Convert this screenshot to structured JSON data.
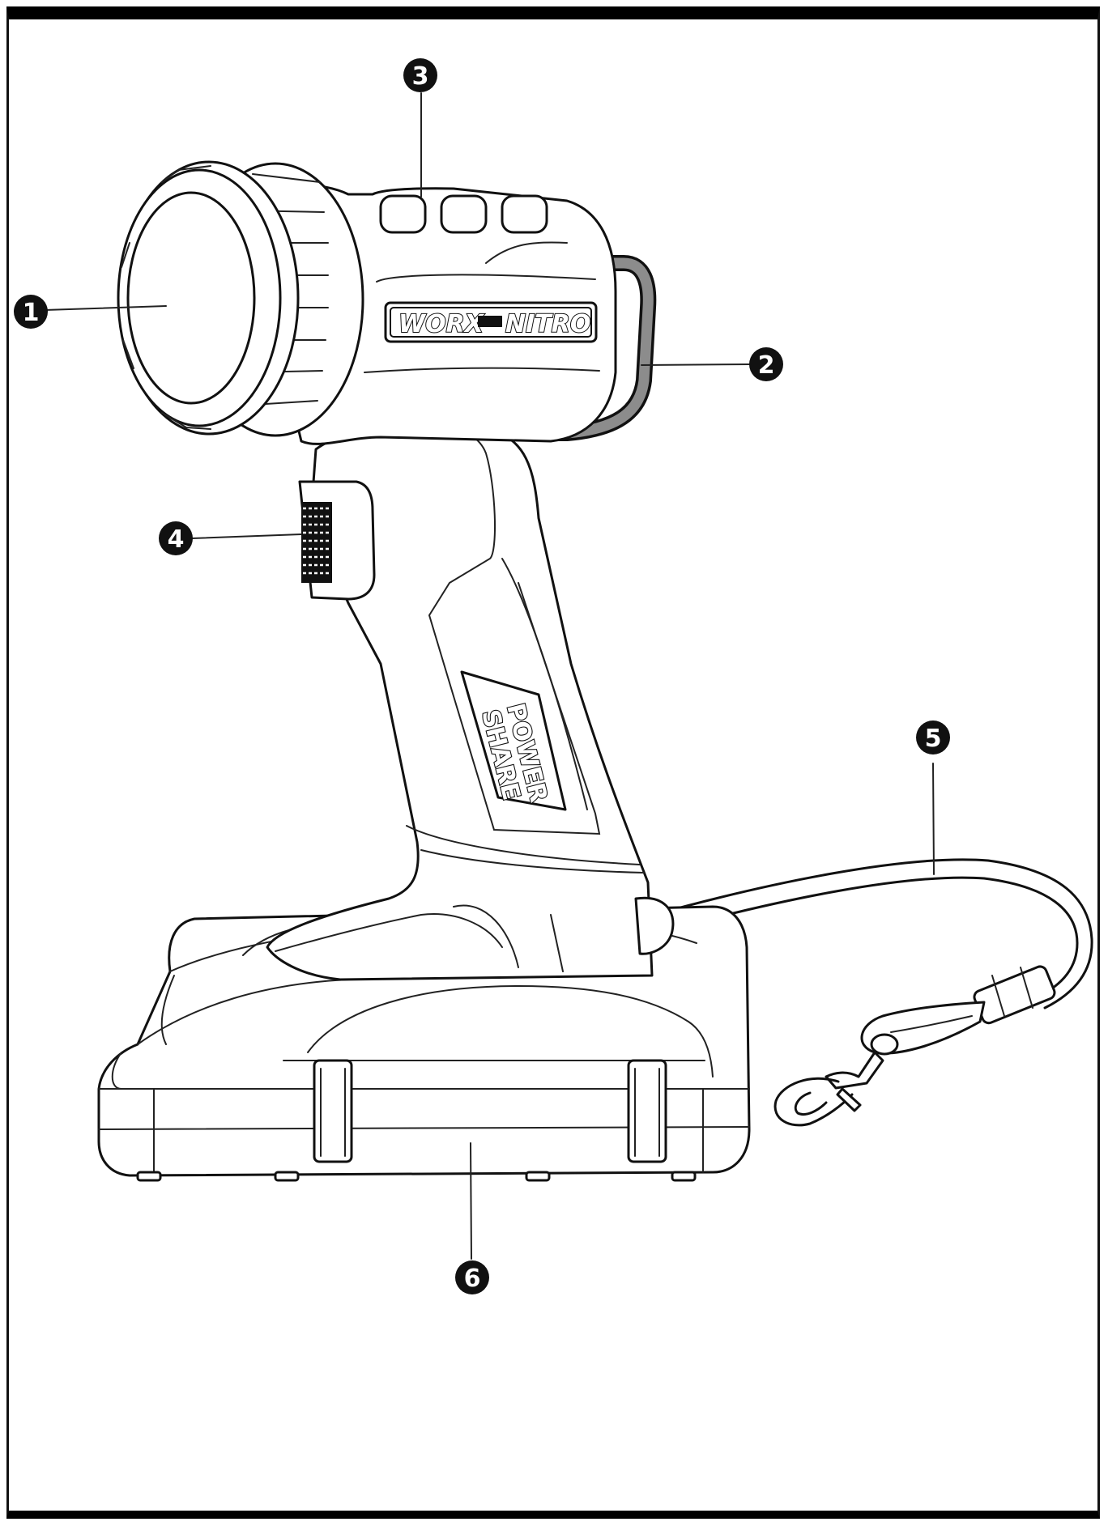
{
  "labels": {
    "brand_left": "WORX",
    "brand_right": "NITRO",
    "grip_line1": "POWER",
    "grip_line2": "SHARE"
  },
  "callouts": [
    {
      "number": "1",
      "part": "lens"
    },
    {
      "number": "2",
      "part": "hook"
    },
    {
      "number": "3",
      "part": "top-vents"
    },
    {
      "number": "4",
      "part": "switch"
    },
    {
      "number": "5",
      "part": "lanyard"
    },
    {
      "number": "6",
      "part": "battery"
    }
  ],
  "colors": {
    "ink": "#111111",
    "paper": "#ffffff",
    "hook_gray": "#8c8c8c"
  }
}
